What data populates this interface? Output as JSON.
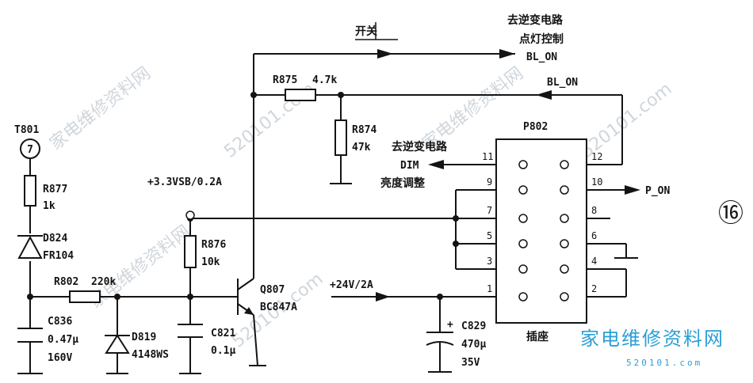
{
  "labels": {
    "switch": "开关",
    "inverter_to_1": "去逆变电路",
    "backlight_control": "点灯控制",
    "bl_on_out": "BL_ON",
    "bl_on_in": "BL_ON",
    "inverter_to_2": "去逆变电路",
    "dim": "DIM",
    "brightness_adjust": "亮度调整",
    "vsb": "+3.3VSB/0.2A",
    "v24": "+24V/2A",
    "p_on": "P_ON",
    "socket": "插座",
    "figure_number": "⑯"
  },
  "transformer": {
    "ref": "T801",
    "pin": "7"
  },
  "connector": {
    "ref": "P802",
    "left_pins": [
      "11",
      "9",
      "7",
      "5",
      "3",
      "1"
    ],
    "right_pins": [
      "12",
      "10",
      "8",
      "6",
      "4",
      "2"
    ]
  },
  "components": {
    "r877": {
      "ref": "R877",
      "value": "1k"
    },
    "d824": {
      "ref": "D824",
      "value": "FR104"
    },
    "r802": {
      "ref": "R802",
      "value": "220k"
    },
    "c836": {
      "ref": "C836",
      "value": "0.47μ",
      "voltage": "160V"
    },
    "d819": {
      "ref": "D819",
      "value": "4148WS"
    },
    "r876": {
      "ref": "R876",
      "value": "10k"
    },
    "c821": {
      "ref": "C821",
      "value": "0.1μ"
    },
    "q807": {
      "ref": "Q807",
      "value": "BC847A"
    },
    "r875": {
      "ref": "R875",
      "value": "4.7k"
    },
    "r874": {
      "ref": "R874",
      "value": "47k"
    },
    "c829": {
      "ref": "C829",
      "value": "470μ",
      "voltage": "35V"
    }
  },
  "watermark": {
    "text": "家电维修资料网",
    "url": "520101.com",
    "logo_cn": "家电维修资料网",
    "logo_url": "520101.com"
  }
}
